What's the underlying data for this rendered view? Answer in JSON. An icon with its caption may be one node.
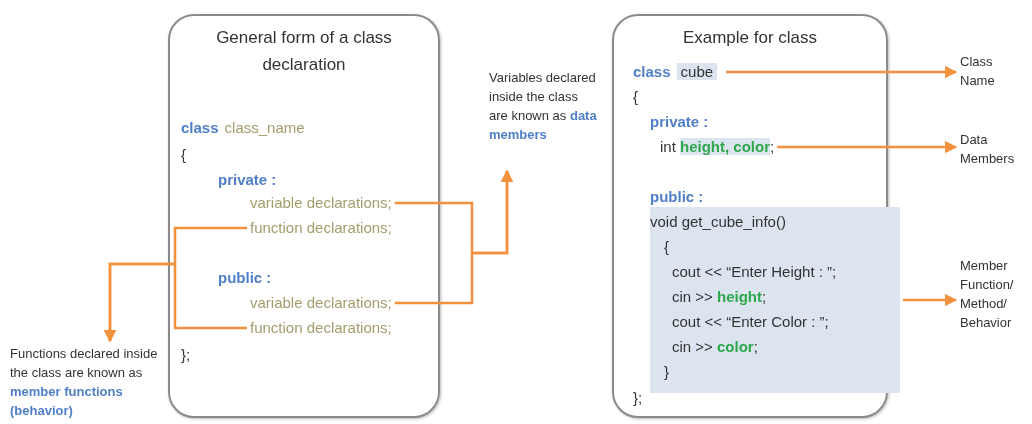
{
  "diagram": {
    "nodes": [
      {
        "text": [
          "General form of a class declaration"
        ]
      },
      {
        "text": [
          "class",
          "class_name"
        ],
        "in": 0
      },
      {
        "text": [
          "{"
        ],
        "in": 0
      },
      {
        "text": [
          "private :"
        ],
        "in": 0
      },
      {
        "text": [
          "variable declarations;"
        ],
        "in": 0
      },
      {
        "text": [
          "function declarations;"
        ],
        "in": 0
      },
      {
        "text": [
          "public :"
        ],
        "in": 0
      },
      {
        "text": [
          "variable declarations;"
        ],
        "in": 0
      },
      {
        "text": [
          "function declarations;"
        ],
        "in": 0
      },
      {
        "text": [
          "};"
        ],
        "in": 0
      },
      {
        "text": [
          "Functions declared inside the class are known as **member functions (behavior)**"
        ]
      },
      {
        "text": [
          "Variables declared inside the class are known as **data members**"
        ]
      },
      {
        "text": [
          "Example for class"
        ]
      },
      {
        "text": [
          "class",
          "cube"
        ],
        "in": 12
      },
      {
        "text": [
          "{"
        ],
        "in": 12
      },
      {
        "text": [
          "private :"
        ],
        "in": 12
      },
      {
        "text": [
          "int **height, color**;"
        ],
        "in": 12
      },
      {
        "text": [
          "public :"
        ],
        "in": 12
      },
      {
        "text": [
          "void get_cube_info()",
          "{",
          "cout << “Enter Height : ”;",
          "cin >> **height**;",
          "cout << “Enter Color : ”;",
          "cin >> **color**;",
          "}"
        ],
        "in": 12
      },
      {
        "text": [
          "};"
        ],
        "in": 12
      },
      {
        "text": [
          "Class Name"
        ]
      },
      {
        "text": [
          "Data Members"
        ]
      },
      {
        "text": [
          "Member Function/ Method/ Behavior"
        ]
      }
    ],
    "edges": [
      {
        "from": 4,
        "to": 11,
        "arrow": "to"
      },
      {
        "from": 7,
        "to": 11,
        "arrow": "to"
      },
      {
        "from": 5,
        "to": 10,
        "arrow": "to"
      },
      {
        "from": 8,
        "to": 10,
        "arrow": "to"
      },
      {
        "from": 13,
        "to": 20,
        "arrow": "to"
      },
      {
        "from": 16,
        "to": 21,
        "arrow": "to"
      },
      {
        "from": 18,
        "to": 22,
        "arrow": "to"
      }
    ]
  }
}
